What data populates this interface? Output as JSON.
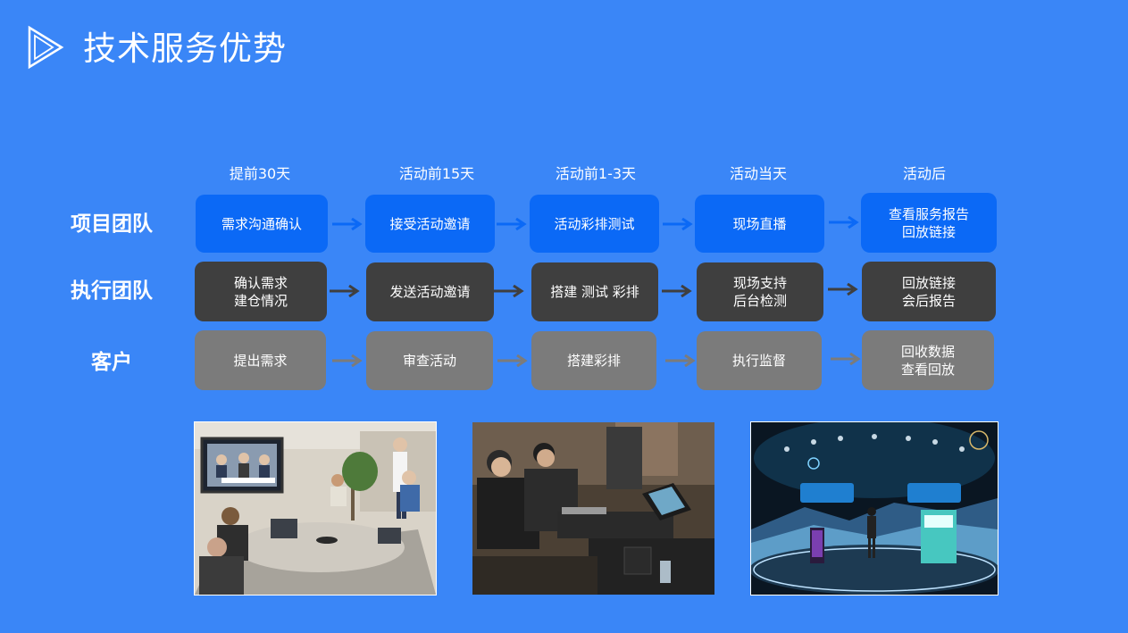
{
  "title": "技术服务优势",
  "phases": [
    "提前30天",
    "活动前15天",
    "活动前1-3天",
    "活动当天",
    "活动后"
  ],
  "rows": [
    {
      "label": "项目团队",
      "boxes": [
        "需求沟通确认",
        "接受活动邀请",
        "活动彩排测试",
        "现场直播",
        "查看服务报告\n回放链接"
      ]
    },
    {
      "label": "执行团队",
      "boxes": [
        "确认需求\n建仓情况",
        "发送活动邀请",
        "搭建  测试  彩排",
        "现场支持\n后台检测",
        "回放链接\n会后报告"
      ]
    },
    {
      "label": "客户",
      "boxes": [
        "提出需求",
        "审查活动",
        "搭建彩排",
        "执行监督",
        "回收数据\n查看回放"
      ]
    }
  ],
  "colors": {
    "background": "#3a86f7",
    "team_box": "#0b69f6",
    "exec_box": "#3f3f3f",
    "client_box": "#7b7b7b"
  },
  "icons": {
    "logo": "play-triangle-outline-icon",
    "arrow": "arrow-right-icon"
  }
}
